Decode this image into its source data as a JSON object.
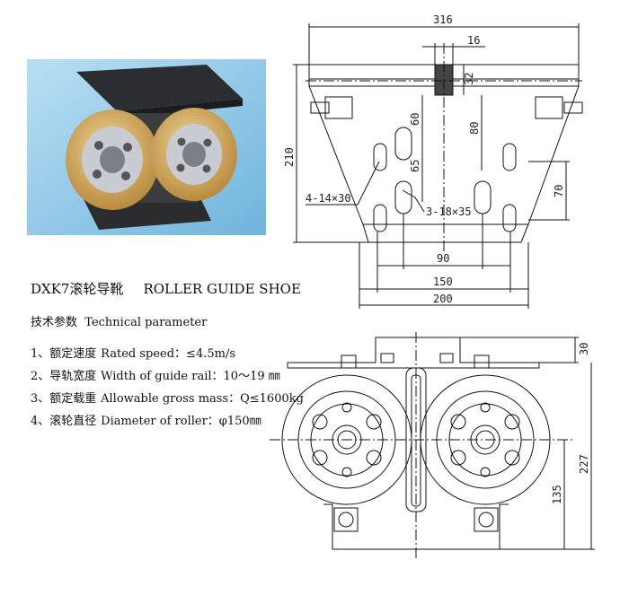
{
  "product": {
    "model_cn": "DXK7滚轮导靴",
    "name_en": "ROLLER GUIDE SHOE"
  },
  "params_header": {
    "cn": "技术参数",
    "en": "Technical parameter"
  },
  "params": [
    {
      "cn": "1、额定速度",
      "en": "Rated speed：≤4.5m/s"
    },
    {
      "cn": "2、导轨宽度",
      "en": "Width of guide rail：10～19 ㎜"
    },
    {
      "cn": "3、额定载重",
      "en": "Allowable gross mass：Q≤1600kg"
    },
    {
      "cn": "4、滚轮直径",
      "en": "Diameter of roller：φ150㎜"
    }
  ],
  "dimensions": {
    "overall_width": "316",
    "rail_slot": "16",
    "slot_depth": "32",
    "height": "210",
    "v60": "60",
    "v65": "65",
    "v80": "80",
    "v70": "70",
    "holes_a": "4-14×30",
    "holes_b": "3-18×35",
    "h90": "90",
    "h150": "150",
    "h200": "200",
    "h30": "30",
    "h227": "227",
    "h135": "135"
  },
  "colors": {
    "photo_bg": "#8ec6e6",
    "roller": "#d9b56a",
    "line": "#111111"
  }
}
